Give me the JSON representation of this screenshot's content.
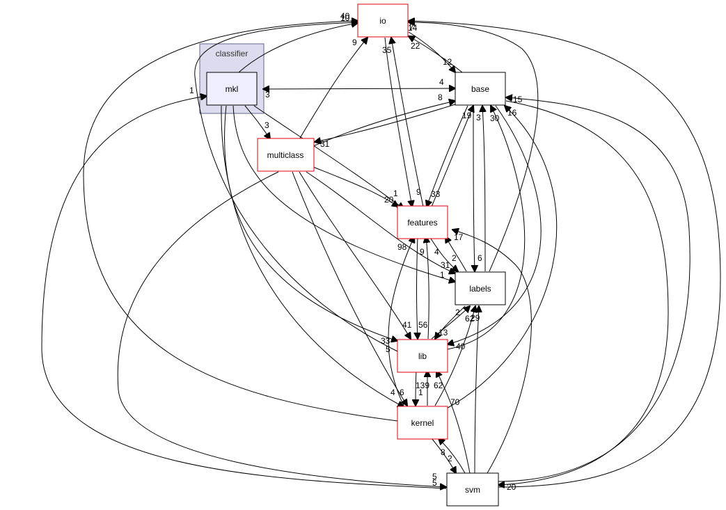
{
  "cluster": {
    "label": "classifier"
  },
  "nodes": {
    "io": "io",
    "mkl": "mkl",
    "base": "base",
    "multiclass": "multiclass",
    "features": "features",
    "labels": "labels",
    "lib": "lib",
    "kernel": "kernel",
    "svm": "svm"
  },
  "edge_labels": {
    "e1": "40",
    "e2": "10",
    "e3": "9",
    "e4": "35",
    "e5": "22",
    "e6": "14",
    "e7": "7",
    "e8": "12",
    "e9": "4",
    "e10": "3",
    "e11": "8",
    "e12": "1",
    "e13": "3",
    "e14": "19",
    "e15": "3",
    "e16": "30",
    "e17": "15",
    "e18": "16",
    "e19": "31",
    "e20": "1",
    "e21": "20",
    "e22": "9",
    "e23": "33",
    "e24": "98",
    "e25": "9",
    "e26": "17",
    "e27": "4",
    "e28": "2",
    "e29": "31",
    "e30": "6",
    "e31": "1",
    "e32": "2",
    "e33": "62",
    "e34": "29",
    "e35": "5",
    "e36": "41",
    "e37": "56",
    "e38": "13",
    "e39": "40",
    "e40": "33",
    "e41": "139",
    "e42": "62",
    "e43": "4",
    "e44": "6",
    "e45": "1",
    "e46": "70",
    "e47": "8",
    "e48": "2",
    "e49": "5",
    "e50": "5",
    "e51": "20"
  },
  "colors": {
    "red_border": "#e0000b",
    "cluster_fill": "#dcdcee",
    "mkl_fill": "#eeeeff"
  }
}
